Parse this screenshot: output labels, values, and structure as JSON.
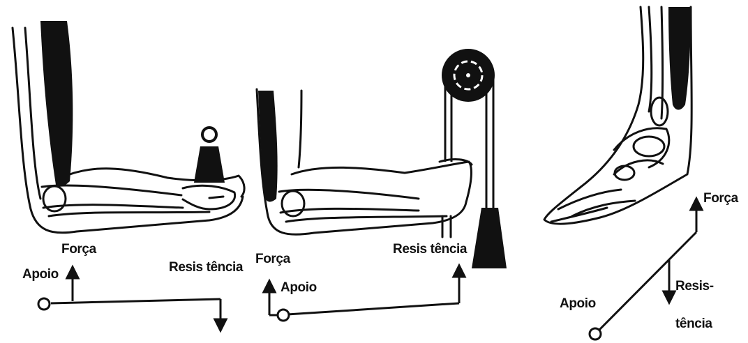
{
  "panels": [
    {
      "id": "panel-1",
      "weight": "peso",
      "labels": {
        "forca": "Força",
        "apoio": "Apoio",
        "resistencia": "Resis tência"
      }
    },
    {
      "id": "panel-2",
      "weight": "polia-e-peso",
      "labels": {
        "forca": "Força",
        "apoio": "Apoio",
        "resistencia": "Resis tência"
      }
    },
    {
      "id": "panel-3",
      "weight": "pé",
      "labels": {
        "forca": "Força",
        "apoio": "Apoio",
        "resistencia_1": "Resis-",
        "resistencia_2": "tência"
      }
    }
  ],
  "colors": {
    "ink": "#111111",
    "background": "#ffffff"
  }
}
